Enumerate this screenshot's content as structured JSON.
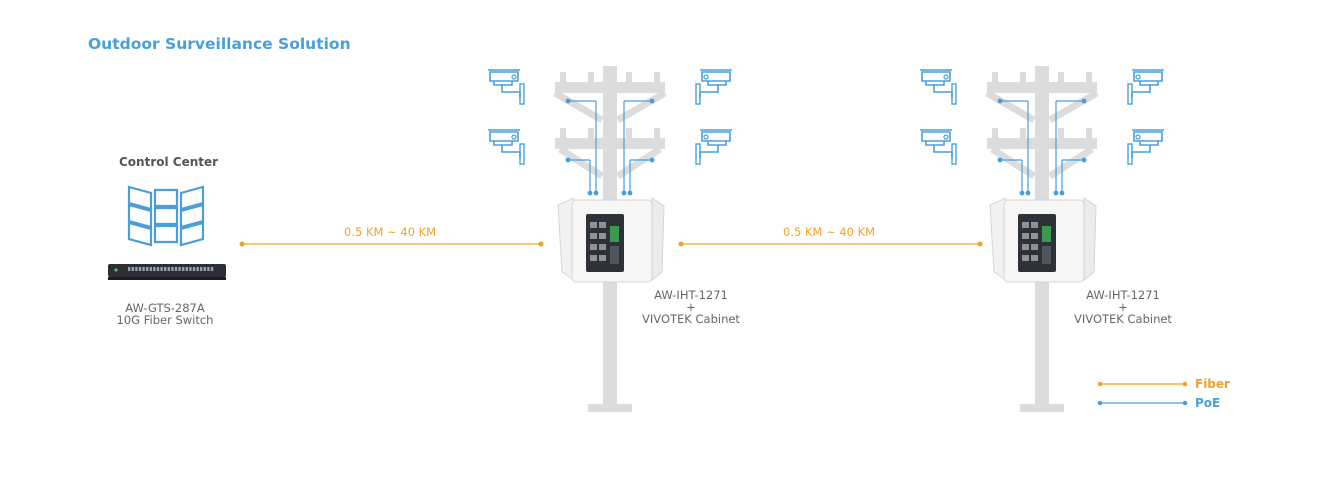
{
  "title": "Outdoor Surveillance Solution",
  "control_center": {
    "label": "Control Center",
    "switch_model": "AW-GTS-287A",
    "switch_desc": "10G Fiber Switch"
  },
  "links": [
    {
      "distance": "0.5 KM ~ 40 KM"
    },
    {
      "distance": "0.5 KM ~ 40 KM"
    }
  ],
  "sites": [
    {
      "model": "AW-IHT-1271",
      "plus": "+",
      "cabinet": "VIVOTEK Cabinet",
      "cameras": 4
    },
    {
      "model": "AW-IHT-1271",
      "plus": "+",
      "cabinet": "VIVOTEK Cabinet",
      "cameras": 4
    }
  ],
  "legend": [
    {
      "label": "Fiber",
      "color": "#f0a12b"
    },
    {
      "label": "PoE",
      "color": "#4a9fd8"
    }
  ],
  "colors": {
    "fiber": "#f0a12b",
    "poe": "#4a9fd8",
    "pole": "#dcdcdc",
    "title": "#4a9fd8"
  }
}
